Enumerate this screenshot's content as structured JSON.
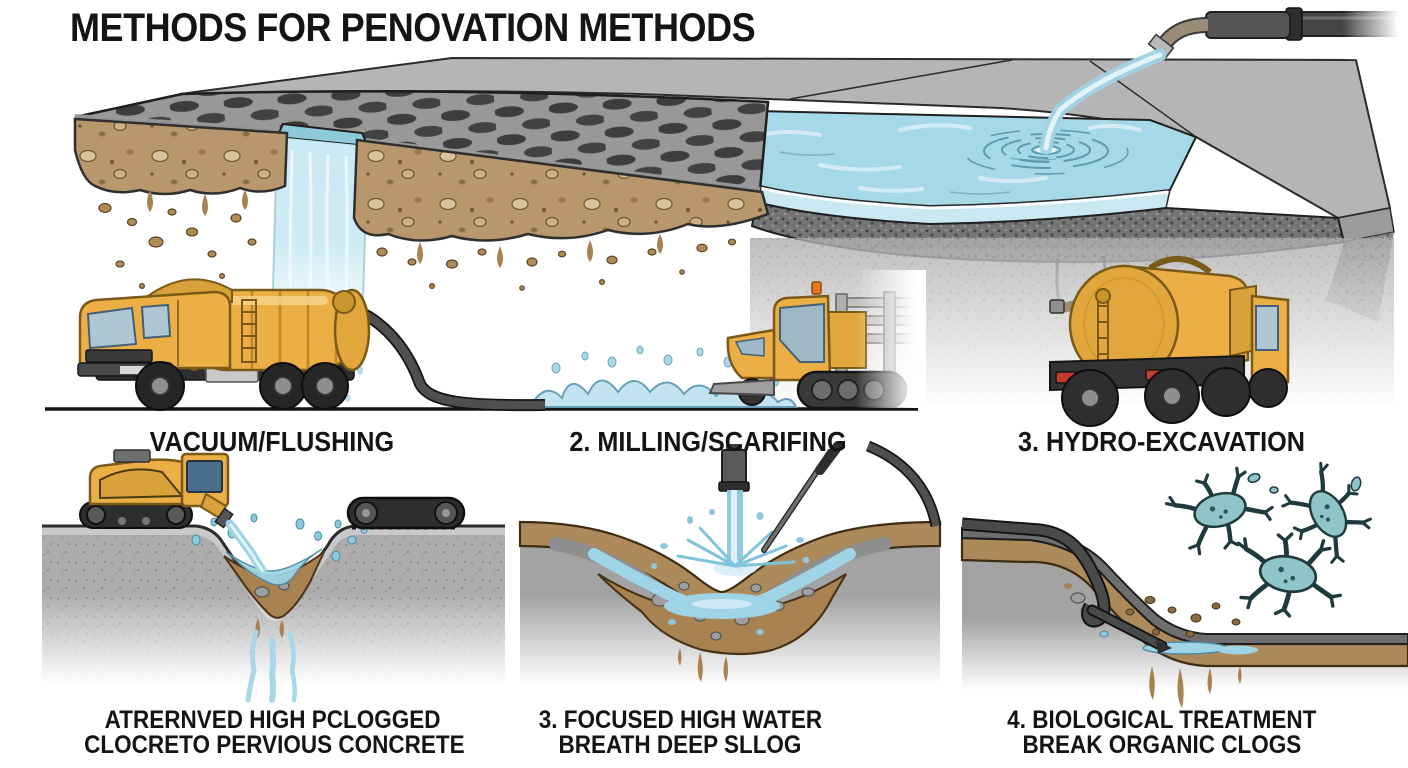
{
  "title": "METHODS FOR PENOVATION METHODS",
  "method_labels": {
    "vacuum": "VACUUM/FLUSHING",
    "milling": "2. MILLING/SCARIFING",
    "hydro": "3. HYDRO-EXCAVATION"
  },
  "captions": {
    "panel1": {
      "line1": "ATRERNVED HIGH PCLOGGED",
      "line2": "CLOCRETO PERVIOUS CONCRETE"
    },
    "panel2": {
      "line1": "3. FOCUSED HIGH WATER",
      "line2": "BREATH DEEP SLLOG"
    },
    "panel3": {
      "line1": "4. BIOLOGICAL TREATMENT",
      "line2": "BREAK ORGANIC CLOGS"
    }
  },
  "colors": {
    "truck_yellow": "#E8A838",
    "water_blue": "#A8D8E8",
    "soil_tan": "#B7976B",
    "concrete_gray": "#A9A9A9",
    "microbe_teal": "#8FC4C9",
    "text": "#141414"
  }
}
